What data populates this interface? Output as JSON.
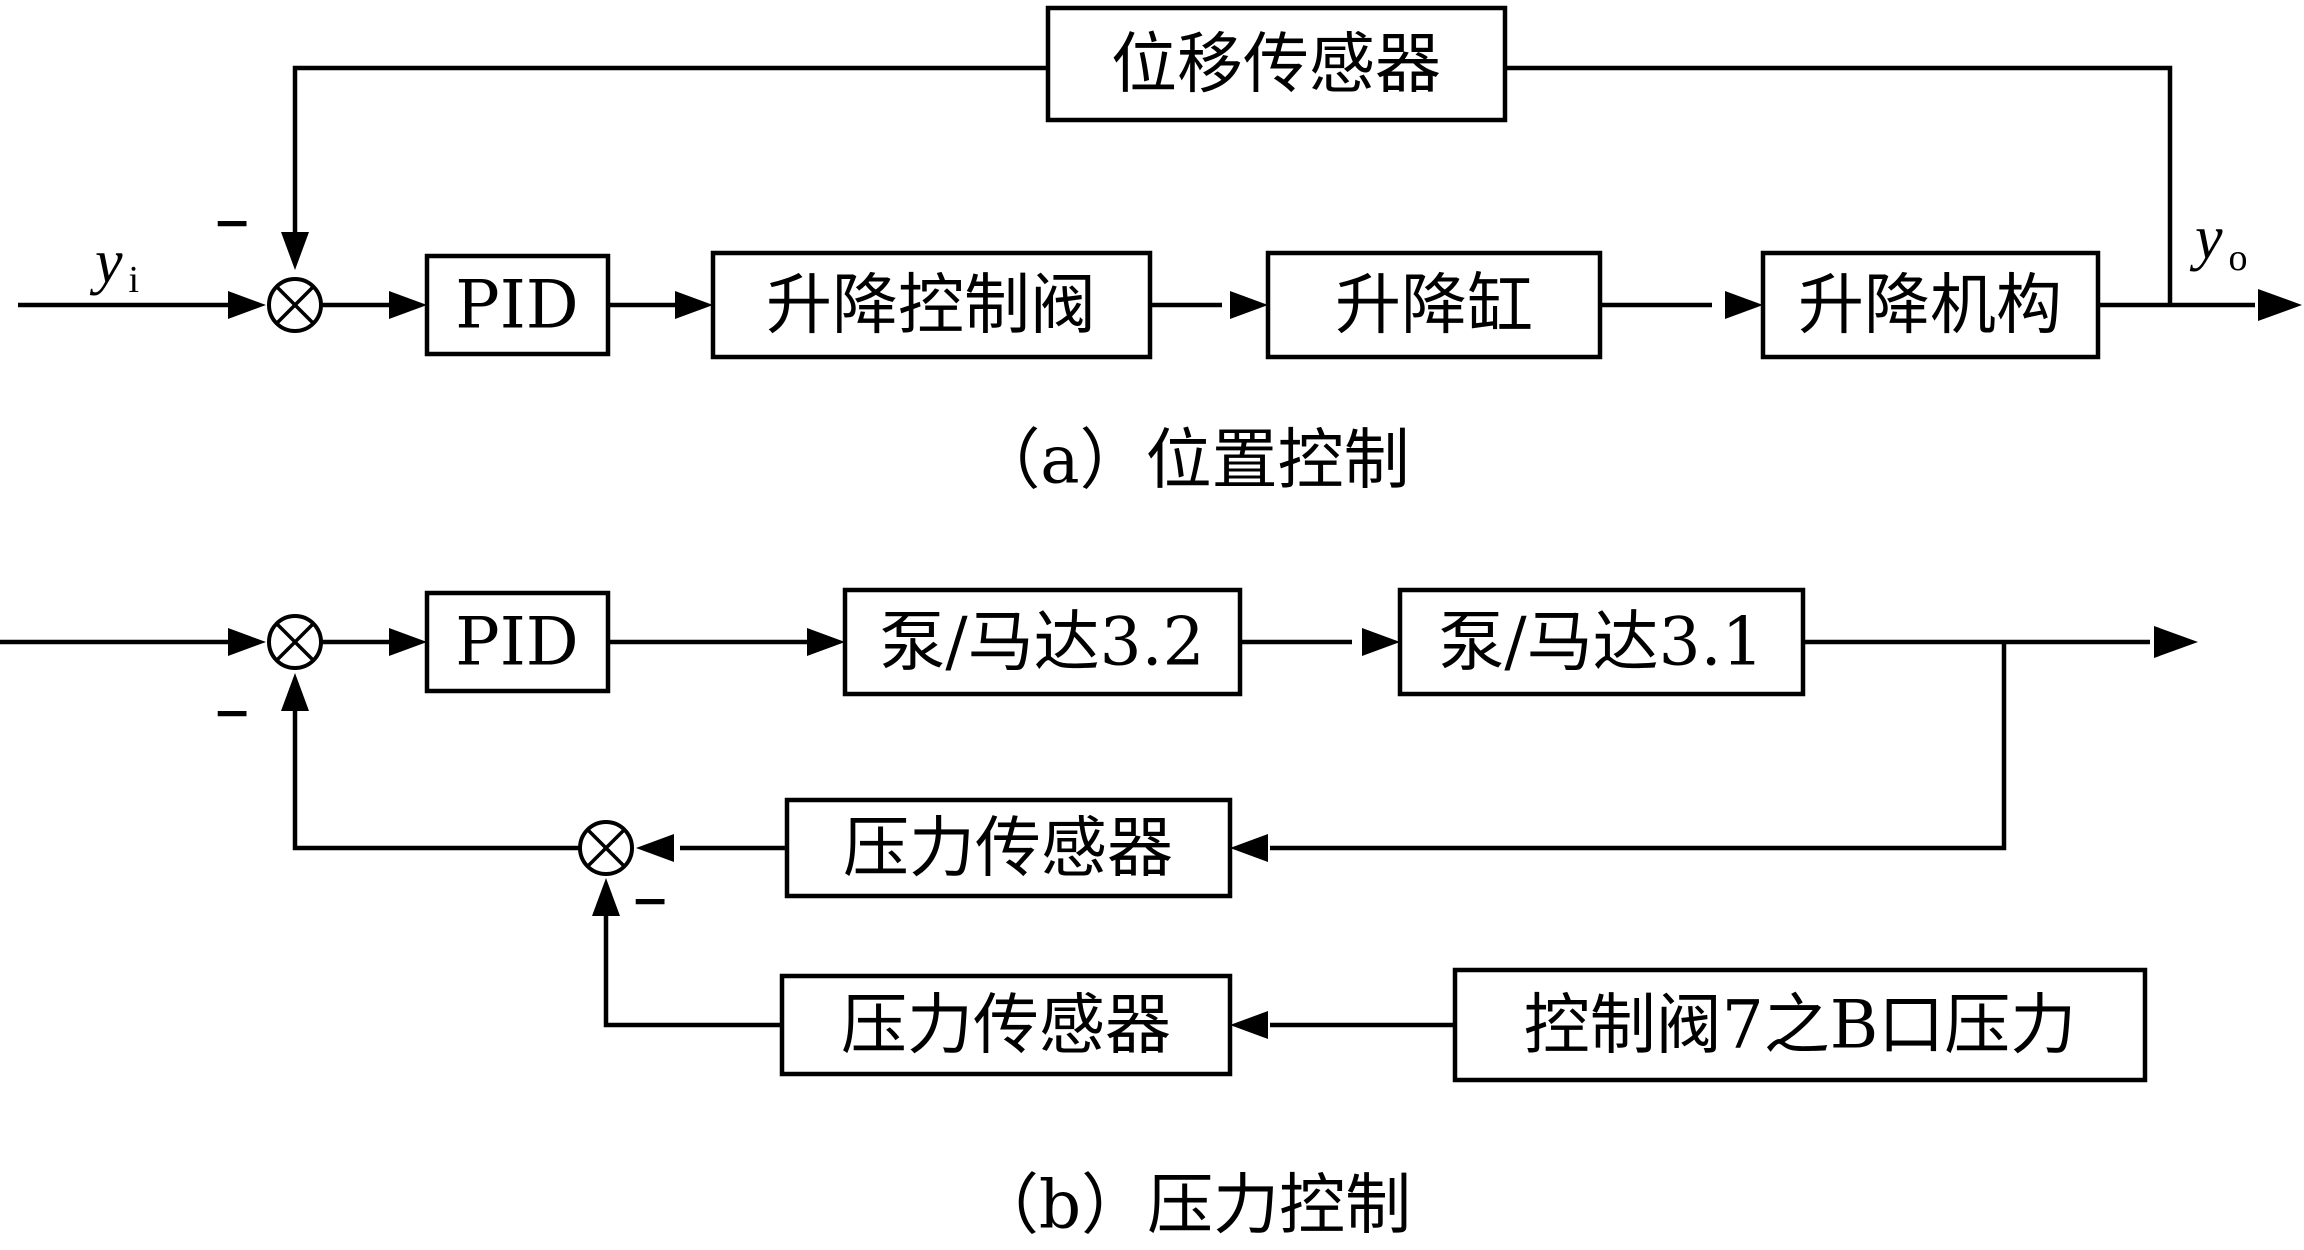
{
  "position_control": {
    "input_signal": "y",
    "input_subscript": "i",
    "output_signal": "y",
    "output_subscript": "o",
    "feedback_sign": "−",
    "blocks": {
      "sensor": "位移传感器",
      "pid": "PID",
      "valve": "升降控制阀",
      "cylinder": "升降缸",
      "mechanism": "升降机构"
    },
    "caption": "（a）位置控制"
  },
  "pressure_control": {
    "feedback_sign_1": "−",
    "feedback_sign_2": "−",
    "blocks": {
      "pid": "PID",
      "pump_motor_32": "泵/马达3.2",
      "pump_motor_31": "泵/马达3.1",
      "pressure_sensor_1": "压力传感器",
      "pressure_sensor_2": "压力传感器",
      "valve_b_pressure": "控制阀7之B口压力"
    },
    "caption": "（b）压力控制"
  }
}
